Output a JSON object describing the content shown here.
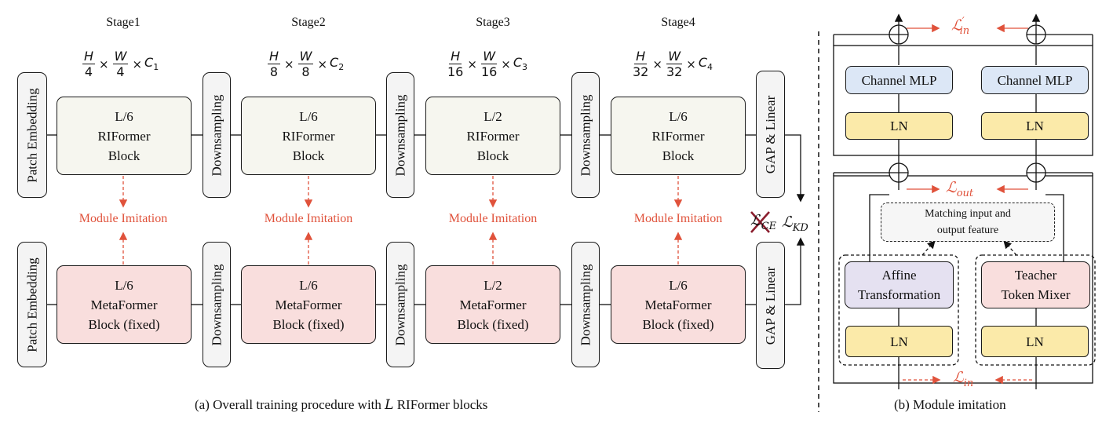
{
  "stages": [
    {
      "label": "Stage1",
      "dim_numer_h": "H",
      "dim_numer_w": "W",
      "dim_denom": "4",
      "dim_channel": "C",
      "dim_channel_sub": "1",
      "teacher_line1": "L/6",
      "teacher_line2": "RIFormer",
      "teacher_line3": "Block",
      "student_line1": "L/6",
      "student_line2": "MetaFormer",
      "student_line3": "Block (fixed)"
    },
    {
      "label": "Stage2",
      "dim_numer_h": "H",
      "dim_numer_w": "W",
      "dim_denom": "8",
      "dim_channel": "C",
      "dim_channel_sub": "2",
      "teacher_line1": "L/6",
      "teacher_line2": "RIFormer",
      "teacher_line3": "Block",
      "student_line1": "L/6",
      "student_line2": "MetaFormer",
      "student_line3": "Block (fixed)"
    },
    {
      "label": "Stage3",
      "dim_numer_h": "H",
      "dim_numer_w": "W",
      "dim_denom": "16",
      "dim_channel": "C",
      "dim_channel_sub": "3",
      "teacher_line1": "L/2",
      "teacher_line2": "RIFormer",
      "teacher_line3": "Block",
      "student_line1": "L/2",
      "student_line2": "MetaFormer",
      "student_line3": "Block (fixed)"
    },
    {
      "label": "Stage4",
      "dim_numer_h": "H",
      "dim_numer_w": "W",
      "dim_denom": "32",
      "dim_channel": "C",
      "dim_channel_sub": "4",
      "teacher_line1": "L/6",
      "teacher_line2": "RIFormer",
      "teacher_line3": "Block",
      "student_line1": "L/6",
      "student_line2": "MetaFormer",
      "student_line3": "Block (fixed)"
    }
  ],
  "times_symbol": "×",
  "patch_embedding": "Patch Embedding",
  "downsampling": "Downsampling",
  "gap_linear": "GAP & Linear",
  "module_imitation": "Module Imitation",
  "loss_ce": "ℒ",
  "loss_ce_sub": "CE",
  "loss_kd": "ℒ",
  "loss_kd_sub": "KD",
  "caption_a_prefix": "(a) Overall training procedure with",
  "caption_a_var": "L",
  "caption_a_suffix": "RIFormer blocks",
  "caption_b": "(b) Module imitation",
  "right": {
    "channel_mlp": "Channel MLP",
    "ln": "LN",
    "matching_line1": "Matching input and",
    "matching_line2": "output feature",
    "affine_line1": "Affine",
    "affine_line2": "Transformation",
    "teacher_mixer_line1": "Teacher",
    "teacher_mixer_line2": "Token Mixer",
    "loss_in_prime": "ℒ",
    "loss_in_prime_sub": "in",
    "loss_in_prime_mark": "′",
    "loss_out": "ℒ",
    "loss_out_sub": "out",
    "loss_in": "ℒ",
    "loss_in_sub": "in"
  },
  "colors": {
    "accent_red": "#e0523b",
    "teacher_fill": "#f6f6ef",
    "student_fill": "#f9dedd",
    "mlp_fill": "#dce7f6",
    "ln_fill": "#fbeaa9",
    "affine_fill": "#e5e1f1"
  }
}
